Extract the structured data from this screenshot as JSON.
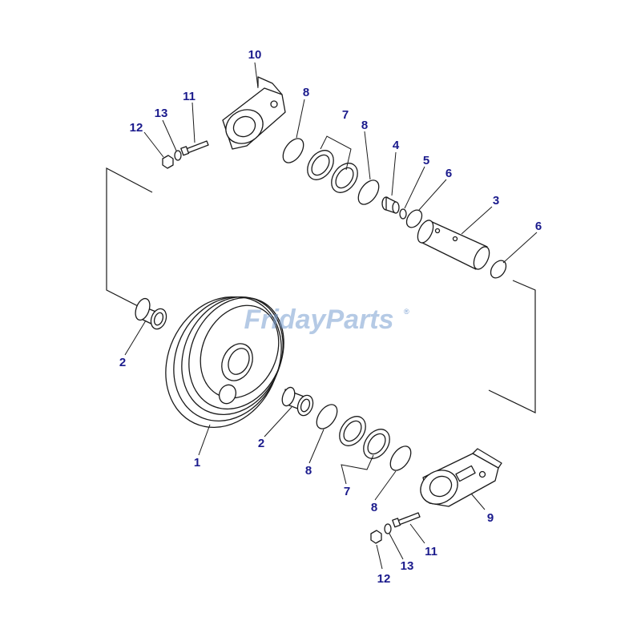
{
  "watermark": {
    "part1": "Friday",
    "part2": "Parts",
    "mark": "®",
    "color_a": "#7a9fd1",
    "color_b": "#e8a23a"
  },
  "callouts": {
    "c10": "10",
    "c11a": "11",
    "c13a": "13",
    "c12a": "12",
    "c8a": "8",
    "c7a": "7",
    "c8b": "8",
    "c4": "4",
    "c5": "5",
    "c6a": "6",
    "c3": "3",
    "c6b": "6",
    "c2a": "2",
    "c2b": "2",
    "c1": "1",
    "c8c": "8",
    "c7b": "7",
    "c8d": "8",
    "c9": "9",
    "c11b": "11",
    "c13b": "13",
    "c12b": "12"
  },
  "colors": {
    "callout": "#1a1a8c",
    "line": "#1a1a1a"
  }
}
